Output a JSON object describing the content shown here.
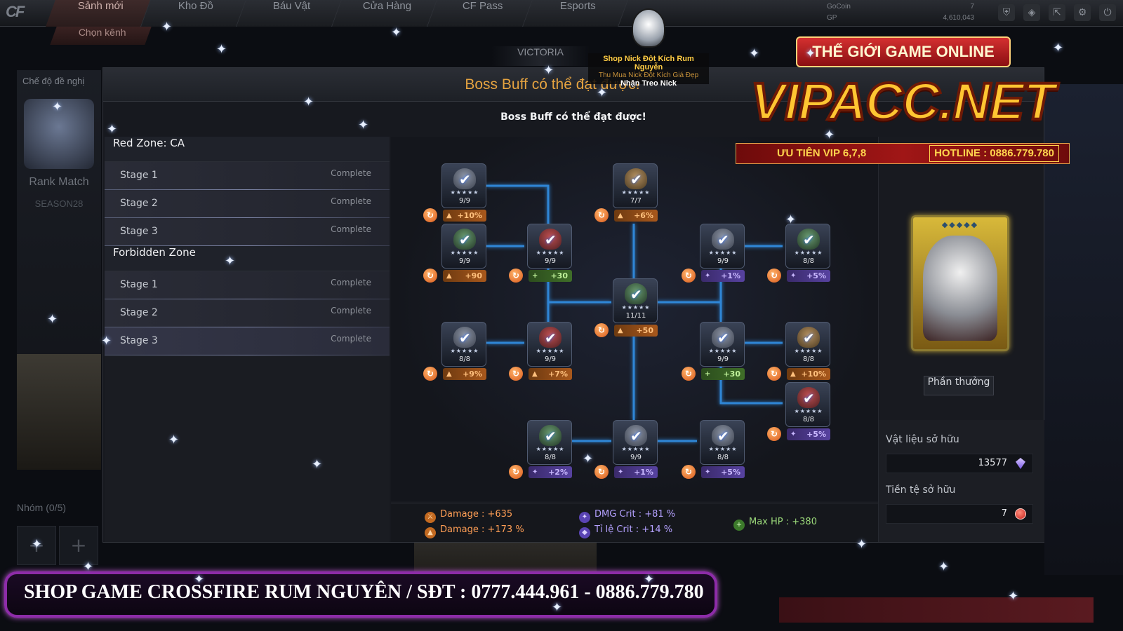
{
  "nav": {
    "logo": "CF",
    "items": [
      "Sảnh mới",
      "Kho Đồ",
      "Báu Vật",
      "Cửa Hàng",
      "CF Pass",
      "Esports"
    ],
    "sub_item": "Chọn kênh"
  },
  "wallet": {
    "gocoin_label": "GoCoin",
    "gocoin_value": "7",
    "gp_label": "GP",
    "gp_value": "4,610,043"
  },
  "left_panel": {
    "mode_label": "Chế độ đề nghị",
    "rank_label": "Rank Match",
    "season": "SEASON28",
    "group_label": "Nhóm (0/5)"
  },
  "victoria": "VICTORIA",
  "modal": {
    "title": "Boss Buff có thể đạt được!",
    "subtitle": "Boss Buff có thể đạt được!"
  },
  "zones": [
    {
      "name": "Red Zone: CA",
      "stages": [
        {
          "label": "Stage 1",
          "status": "Complete"
        },
        {
          "label": "Stage 2",
          "status": "Complete"
        },
        {
          "label": "Stage 3",
          "status": "Complete"
        }
      ]
    },
    {
      "name": "Forbidden Zone",
      "stages": [
        {
          "label": "Stage 1",
          "status": "Complete"
        },
        {
          "label": "Stage 2",
          "status": "Complete"
        },
        {
          "label": "Stage 3",
          "status": "Complete"
        }
      ]
    }
  ],
  "nodes": [
    {
      "count": "9/9",
      "buff": "+10%",
      "buff_type": "orange"
    },
    {
      "count": "7/7",
      "buff": "+6%",
      "buff_type": "orange"
    },
    {
      "count": "9/9",
      "buff": "+90",
      "buff_type": "orange"
    },
    {
      "count": "9/9",
      "buff": "+30",
      "buff_type": "green"
    },
    {
      "count": "9/9",
      "buff": "+1%",
      "buff_type": "purple"
    },
    {
      "count": "8/8",
      "buff": "+5%",
      "buff_type": "purple"
    },
    {
      "count": "11/11",
      "buff": "+50",
      "buff_type": "orange"
    },
    {
      "count": "8/8",
      "buff": "+9%",
      "buff_type": "orange"
    },
    {
      "count": "9/9",
      "buff": "+7%",
      "buff_type": "orange"
    },
    {
      "count": "9/9",
      "buff": "+30",
      "buff_type": "green"
    },
    {
      "count": "8/8",
      "buff": "+10%",
      "buff_type": "orange"
    },
    {
      "count": "8/8",
      "buff": "+5%",
      "buff_type": "purple"
    },
    {
      "count": "8/8",
      "buff": "+2%",
      "buff_type": "purple"
    },
    {
      "count": "9/9",
      "buff": "+1%",
      "buff_type": "purple"
    },
    {
      "count": "8/8",
      "buff": "+5%",
      "buff_type": "purple"
    }
  ],
  "stats": {
    "damage_flat": "Damage : +635",
    "damage_pct": "Damage : +173 %",
    "dmg_crit": "DMG Crit : +81 %",
    "crit_rate": "Tỉ lệ Crit : +14 %",
    "max_hp": "Max HP : +380"
  },
  "reward": {
    "button": "Phần thưởng",
    "materials_label": "Vật liệu sở hữu",
    "materials_value": "13577",
    "currency_label": "Tiền tệ sở hữu",
    "currency_value": "7"
  },
  "overlay": {
    "banner_top": "THẾ GIỚI GAME ONLINE",
    "main": "VIPACC.NET",
    "vip": "ƯU TIÊN VIP 6,7,8",
    "hotline": "HOTLINE : 0886.779.780",
    "shop_l1": "Shop Nick Đột Kích Rum Nguyễn",
    "shop_l2": "Thu Mua Nick Đột Kích Giá Đẹp",
    "shop_l3": "Nhận Treo Nick",
    "bottom": "SHOP GAME CROSSFIRE RUM NGUYÊN / SĐT : 0777.444.961 - 0886.779.780"
  },
  "colors": {
    "accent_title": "#e5a340",
    "link_line": "#2f86d6",
    "buff_orange": "#a8581c",
    "buff_purple": "#5742a0",
    "buff_green": "#3f6e28"
  }
}
